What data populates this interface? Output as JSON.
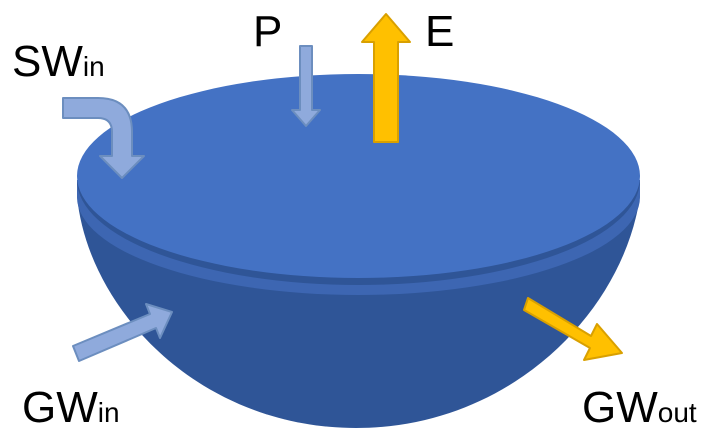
{
  "labels": {
    "sw_in": {
      "main": "SW",
      "sub": "in"
    },
    "precipitation": {
      "main": "P"
    },
    "evaporation": {
      "main": "E"
    },
    "gw_in": {
      "main": "GW",
      "sub": "in"
    },
    "gw_out": {
      "main": "GW",
      "sub": "out"
    }
  },
  "colors": {
    "water_surface": "#4472C4",
    "water_rim": "#3D66B2",
    "bowl_body": "#2F5597",
    "inflow_arrow": "#8FAADC",
    "inflow_arrow_outline": "#6C8EBF",
    "outflow_arrow": "#FFC000",
    "outflow_arrow_outline": "#D9A000"
  }
}
